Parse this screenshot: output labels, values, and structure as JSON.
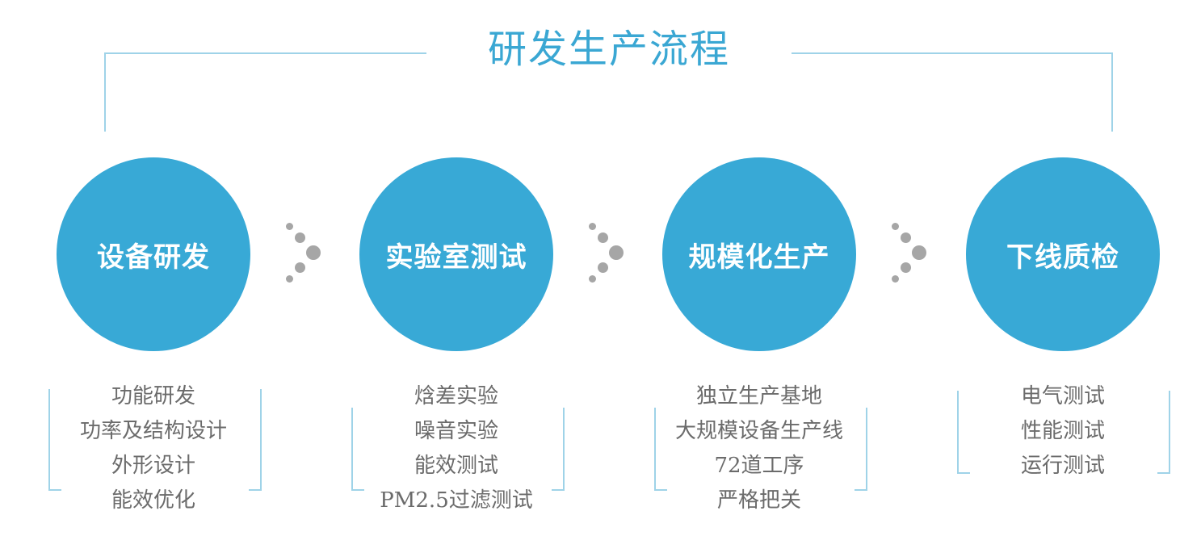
{
  "title": "研发生产流程",
  "accent_color": "#38a9d6",
  "stages": [
    {
      "label": "设备研发",
      "details": [
        "功能研发",
        "功率及结构设计",
        "外形设计",
        "能效优化"
      ]
    },
    {
      "label": "实验室测试",
      "details": [
        "焓差实验",
        "噪音实验",
        "能效测试",
        "PM2.5过滤测试"
      ]
    },
    {
      "label": "规模化生产",
      "details": [
        "独立生产基地",
        "大规模设备生产线",
        "72道工序",
        "严格把关"
      ]
    },
    {
      "label": "下线质检",
      "details": [
        "电气测试",
        "性能测试",
        "运行测试"
      ]
    }
  ]
}
